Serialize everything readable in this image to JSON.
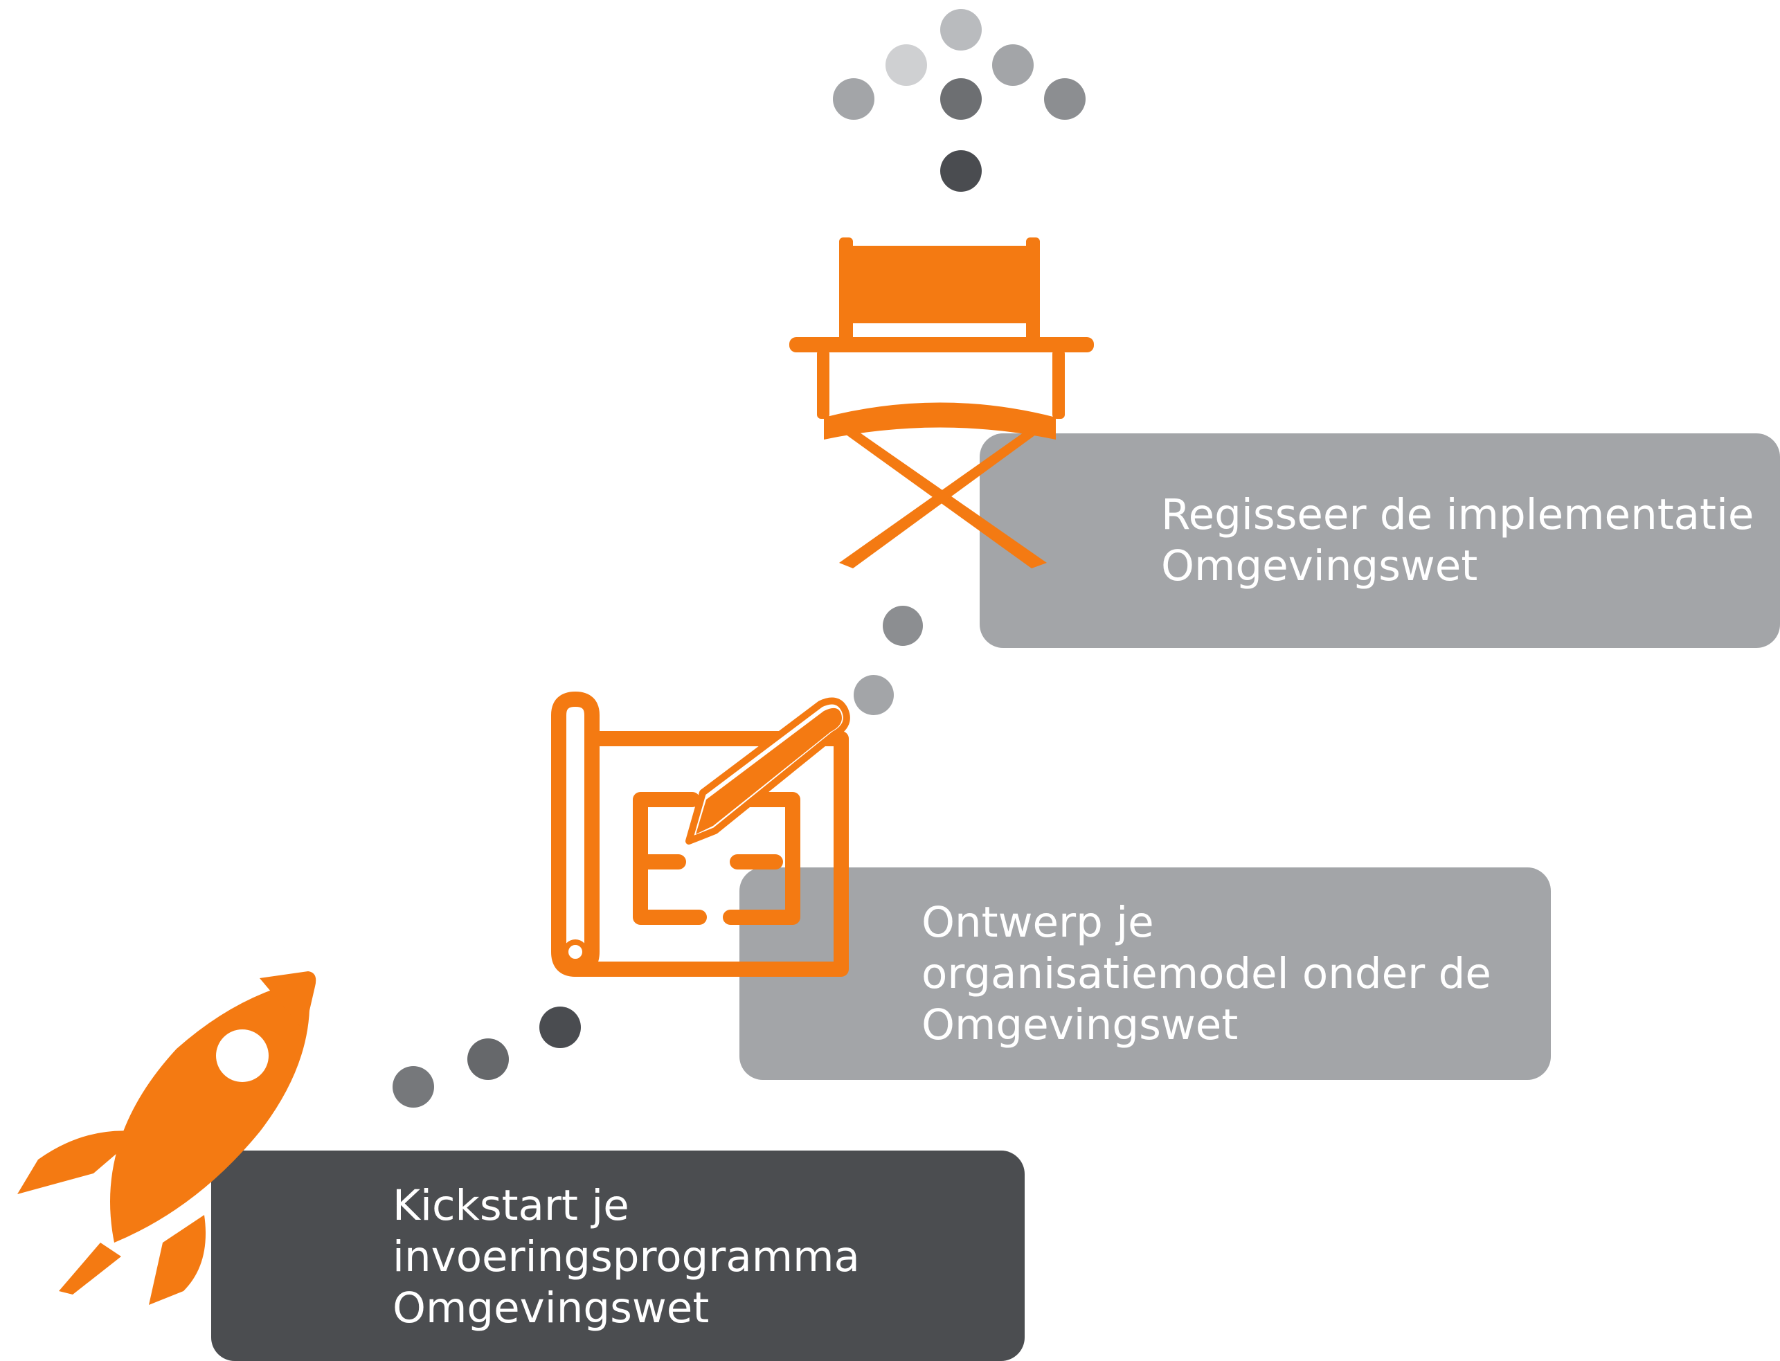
{
  "steps": [
    {
      "id": "kickstart",
      "lines": [
        "Kickstart je",
        "invoeringsprogramma",
        "Omgevingswet"
      ],
      "icon": "rocket-icon",
      "box_color": "#4b4d50"
    },
    {
      "id": "ontwerp",
      "lines": [
        "Ontwerp je",
        "organisatiemodel onder de",
        "Omgevingswet"
      ],
      "icon": "blueprint-pencil-icon",
      "box_color": "#a3a5a8"
    },
    {
      "id": "regisseer",
      "lines": [
        "Regisseer de implementatie",
        "Omgevingswet"
      ],
      "icon": "director-chair-icon",
      "box_color": "#a3a5a8"
    }
  ],
  "colors": {
    "accent": "#f47a12",
    "text": "#ffffff",
    "dark_box": "#4b4d50",
    "light_box": "#a3a5a8",
    "dot_dark": "#4a4c50",
    "dot_mid": "#6d6f72",
    "dot_light": "#b9bbbe"
  }
}
